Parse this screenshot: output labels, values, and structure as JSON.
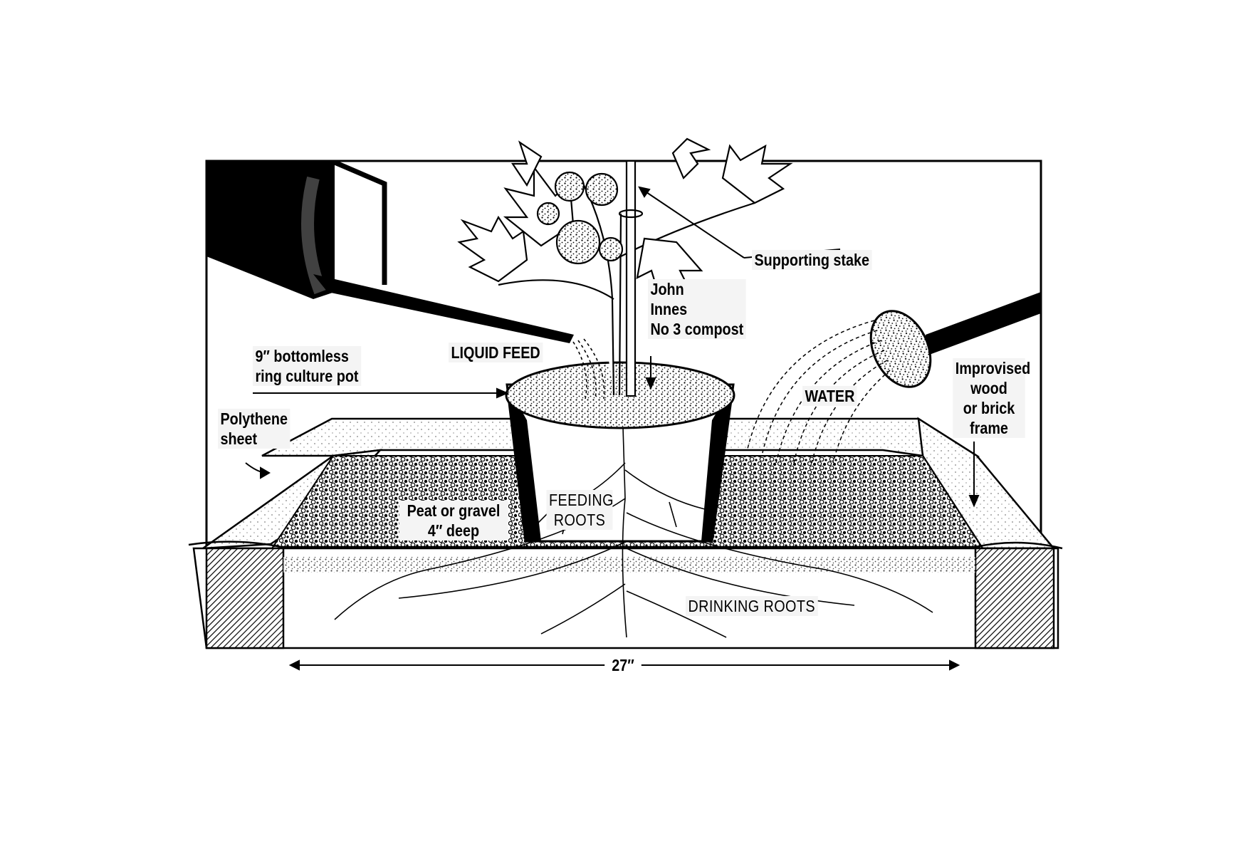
{
  "labels": {
    "liquid_feed": "LIQUID FEED",
    "water": "WATER",
    "supporting_stake": "Supporting stake",
    "compost": [
      "John",
      "Innes",
      "No 3 compost"
    ],
    "pot": [
      "9′′ bottomless",
      "ring culture pot"
    ],
    "polythene": [
      "Polythene",
      "sheet"
    ],
    "peat": [
      "Peat or gravel",
      "4′′ deep"
    ],
    "feeding_roots": [
      "FEEDING",
      "ROOTS"
    ],
    "drinking_roots": "DRINKING ROOTS",
    "frame": [
      "Improvised",
      "wood",
      "or brick",
      "frame"
    ],
    "width": "27′′"
  }
}
